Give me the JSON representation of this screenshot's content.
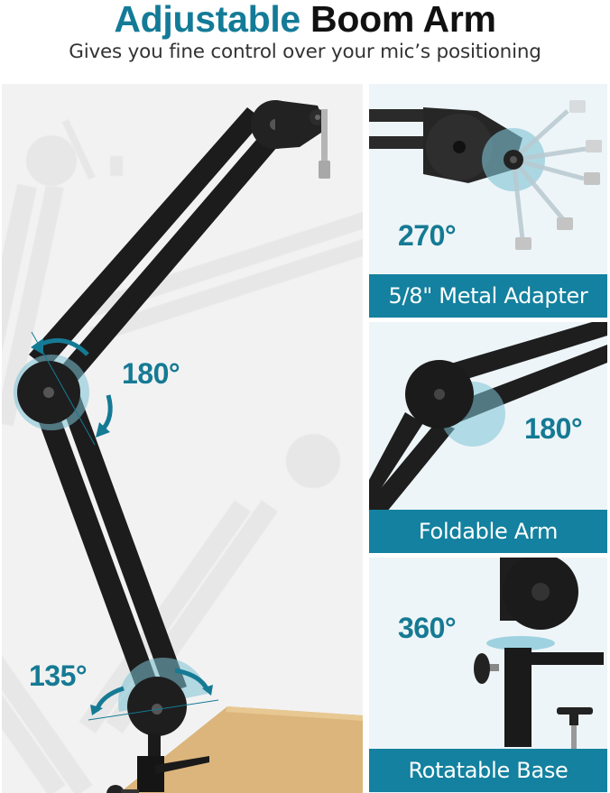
{
  "header": {
    "title_accent": "Adjustable",
    "title_rest": "Boom Arm",
    "subtitle": "Gives you fine control over your mic’s positioning"
  },
  "main_panel": {
    "angles": [
      {
        "label": "180°",
        "joint": "elbow"
      },
      {
        "label": "135°",
        "joint": "base"
      }
    ]
  },
  "feature_panels": [
    {
      "angle": "270°",
      "caption": "5/8\" Metal Adapter"
    },
    {
      "angle": "180°",
      "caption": "Foldable Arm"
    },
    {
      "angle": "360°",
      "caption": "Rotatable Base"
    }
  ],
  "colors": {
    "accent": "#137b97",
    "banner": "#13819f",
    "rotation_highlight": "#7ec3d6",
    "arm": "#1a1a1a",
    "desk": "#dcb57c",
    "panel_bg": "#eef5f8"
  }
}
